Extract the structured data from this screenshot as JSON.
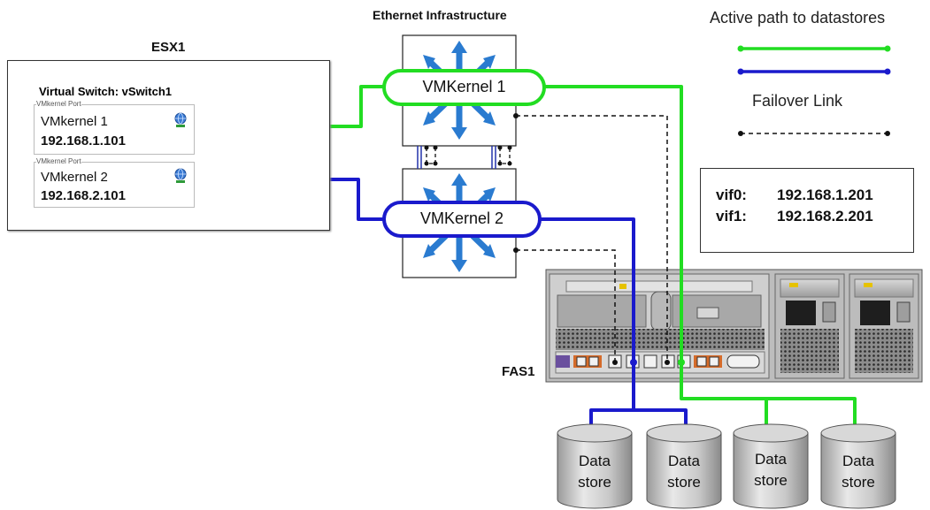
{
  "titles": {
    "ethernet": "Ethernet Infrastructure",
    "esx": "ESX1",
    "fas": "FAS1"
  },
  "esx": {
    "vswitch_label": "Virtual Switch: vSwitch1",
    "ports": [
      {
        "caption": "VMkernel Port",
        "name": "VMkernel 1",
        "ip": "192.168.1.101"
      },
      {
        "caption": "VMkernel Port",
        "name": "VMkernel 2",
        "ip": "192.168.2.101"
      }
    ]
  },
  "switches": {
    "vmk1_label": "VMKernel 1",
    "vmk2_label": "VMKernel 2"
  },
  "legend": {
    "active_title": "Active path to datastores",
    "failover_title": "Failover Link",
    "green": "#22dd22",
    "blue": "#1a1acc",
    "dash": "#111111"
  },
  "vif": {
    "rows": [
      {
        "name": "vif0:",
        "ip": "192.168.1.201"
      },
      {
        "name": "vif1:",
        "ip": "192.168.2.201"
      }
    ]
  },
  "datastores": [
    {
      "line1": "Data",
      "line2": "store"
    },
    {
      "line1": "Data",
      "line2": "store"
    },
    {
      "line1": "Data",
      "line2": "store"
    },
    {
      "line1": "Data",
      "line2": "store"
    }
  ]
}
